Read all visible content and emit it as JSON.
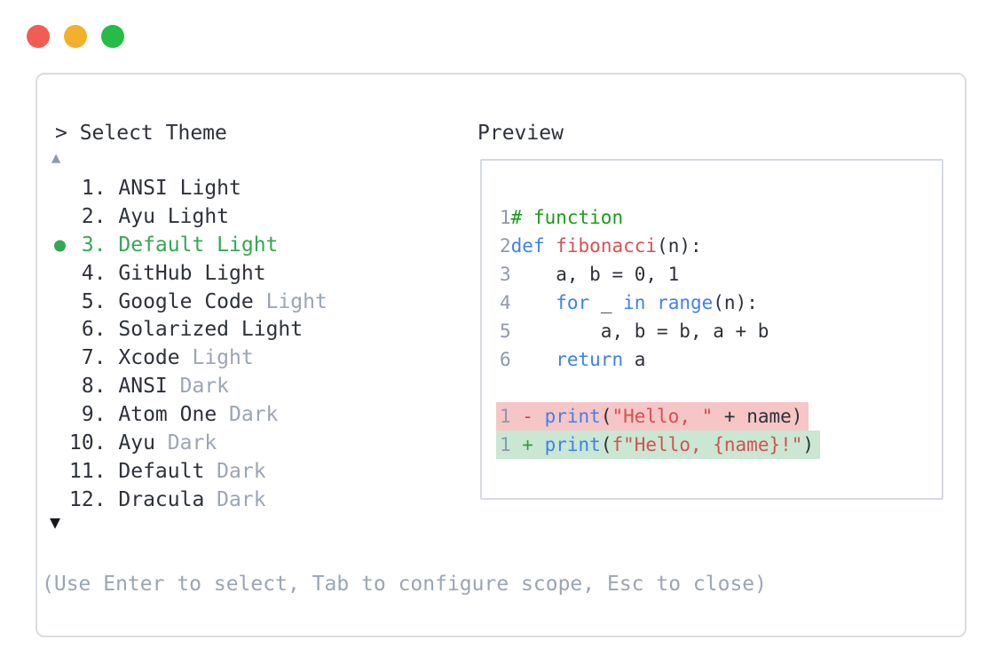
{
  "window": {
    "traffic_lights": [
      {
        "name": "close",
        "color": "#f15d53"
      },
      {
        "name": "minimize",
        "color": "#f3b02c"
      },
      {
        "name": "maximize",
        "color": "#25bd45"
      }
    ]
  },
  "theme_selector": {
    "prompt": "> Select Theme",
    "scroll_up_indicator": "▲",
    "scroll_down_indicator": "▼",
    "items": [
      {
        "num": "1",
        "name": "ANSI",
        "variant": "Light",
        "muted": false,
        "selected": false
      },
      {
        "num": "2",
        "name": "Ayu",
        "variant": "Light",
        "muted": false,
        "selected": false
      },
      {
        "num": "3",
        "name": "Default",
        "variant": "Light",
        "muted": false,
        "selected": true
      },
      {
        "num": "4",
        "name": "GitHub",
        "variant": "Light",
        "muted": false,
        "selected": false
      },
      {
        "num": "5",
        "name": "Google Code",
        "variant": "Light",
        "muted": true,
        "selected": false
      },
      {
        "num": "6",
        "name": "Solarized",
        "variant": "Light",
        "muted": false,
        "selected": false
      },
      {
        "num": "7",
        "name": "Xcode",
        "variant": "Light",
        "muted": true,
        "selected": false
      },
      {
        "num": "8",
        "name": "ANSI",
        "variant": "Dark",
        "muted": true,
        "selected": false
      },
      {
        "num": "9",
        "name": "Atom One",
        "variant": "Dark",
        "muted": true,
        "selected": false
      },
      {
        "num": "10",
        "name": "Ayu",
        "variant": "Dark",
        "muted": true,
        "selected": false
      },
      {
        "num": "11",
        "name": "Default",
        "variant": "Dark",
        "muted": true,
        "selected": false
      },
      {
        "num": "12",
        "name": "Dracula",
        "variant": "Dark",
        "muted": true,
        "selected": false
      }
    ],
    "help_text": "(Use Enter to select, Tab to configure scope, Esc to close)"
  },
  "preview": {
    "label": "Preview",
    "lines": [
      {
        "ln": "1",
        "tokens": [
          [
            "# function",
            "comment"
          ]
        ]
      },
      {
        "ln": "2",
        "tokens": [
          [
            "def",
            "keyword"
          ],
          [
            " "
          ],
          [
            "fibonacci",
            "function"
          ],
          [
            "(n):"
          ]
        ]
      },
      {
        "ln": "3",
        "tokens": [
          [
            "    a, b = 0, 1"
          ]
        ]
      },
      {
        "ln": "4",
        "tokens": [
          [
            "    "
          ],
          [
            "for",
            "keyword"
          ],
          [
            " _ "
          ],
          [
            "in",
            "keyword"
          ],
          [
            " "
          ],
          [
            "range",
            "keyword"
          ],
          [
            "(n):"
          ]
        ]
      },
      {
        "ln": "5",
        "tokens": [
          [
            "        a, b = b, a + b"
          ]
        ]
      },
      {
        "ln": "6",
        "tokens": [
          [
            "    "
          ],
          [
            "return",
            "keyword"
          ],
          [
            " a"
          ]
        ]
      },
      {
        "ln": "",
        "tokens": []
      },
      {
        "ln": "1",
        "diff": "removed",
        "tokens": [
          [
            " - ",
            "diff-removed"
          ],
          [
            "print",
            "keyword"
          ],
          [
            "("
          ],
          [
            "\"Hello, \"",
            "string"
          ],
          [
            " + name)"
          ]
        ]
      },
      {
        "ln": "1",
        "diff": "added",
        "tokens": [
          [
            " + ",
            "diff-added"
          ],
          [
            "print",
            "keyword"
          ],
          [
            "("
          ],
          [
            "f\"Hello, {name}!\"",
            "string"
          ],
          [
            ")"
          ]
        ]
      }
    ]
  },
  "colors": {
    "text_dark": "#2d3139",
    "muted_gray": "#9ba5b3",
    "selected_green": "#33a852",
    "comment_green": "#1a9c1a",
    "keyword_blue": "#4080ee",
    "string_red": "#d94f51",
    "diff_removed_bg": "#f6c6c6",
    "diff_added_bg": "#c9e7d2",
    "line_number_gray": "#8f99a8",
    "border_gray": "#d9dde4"
  }
}
